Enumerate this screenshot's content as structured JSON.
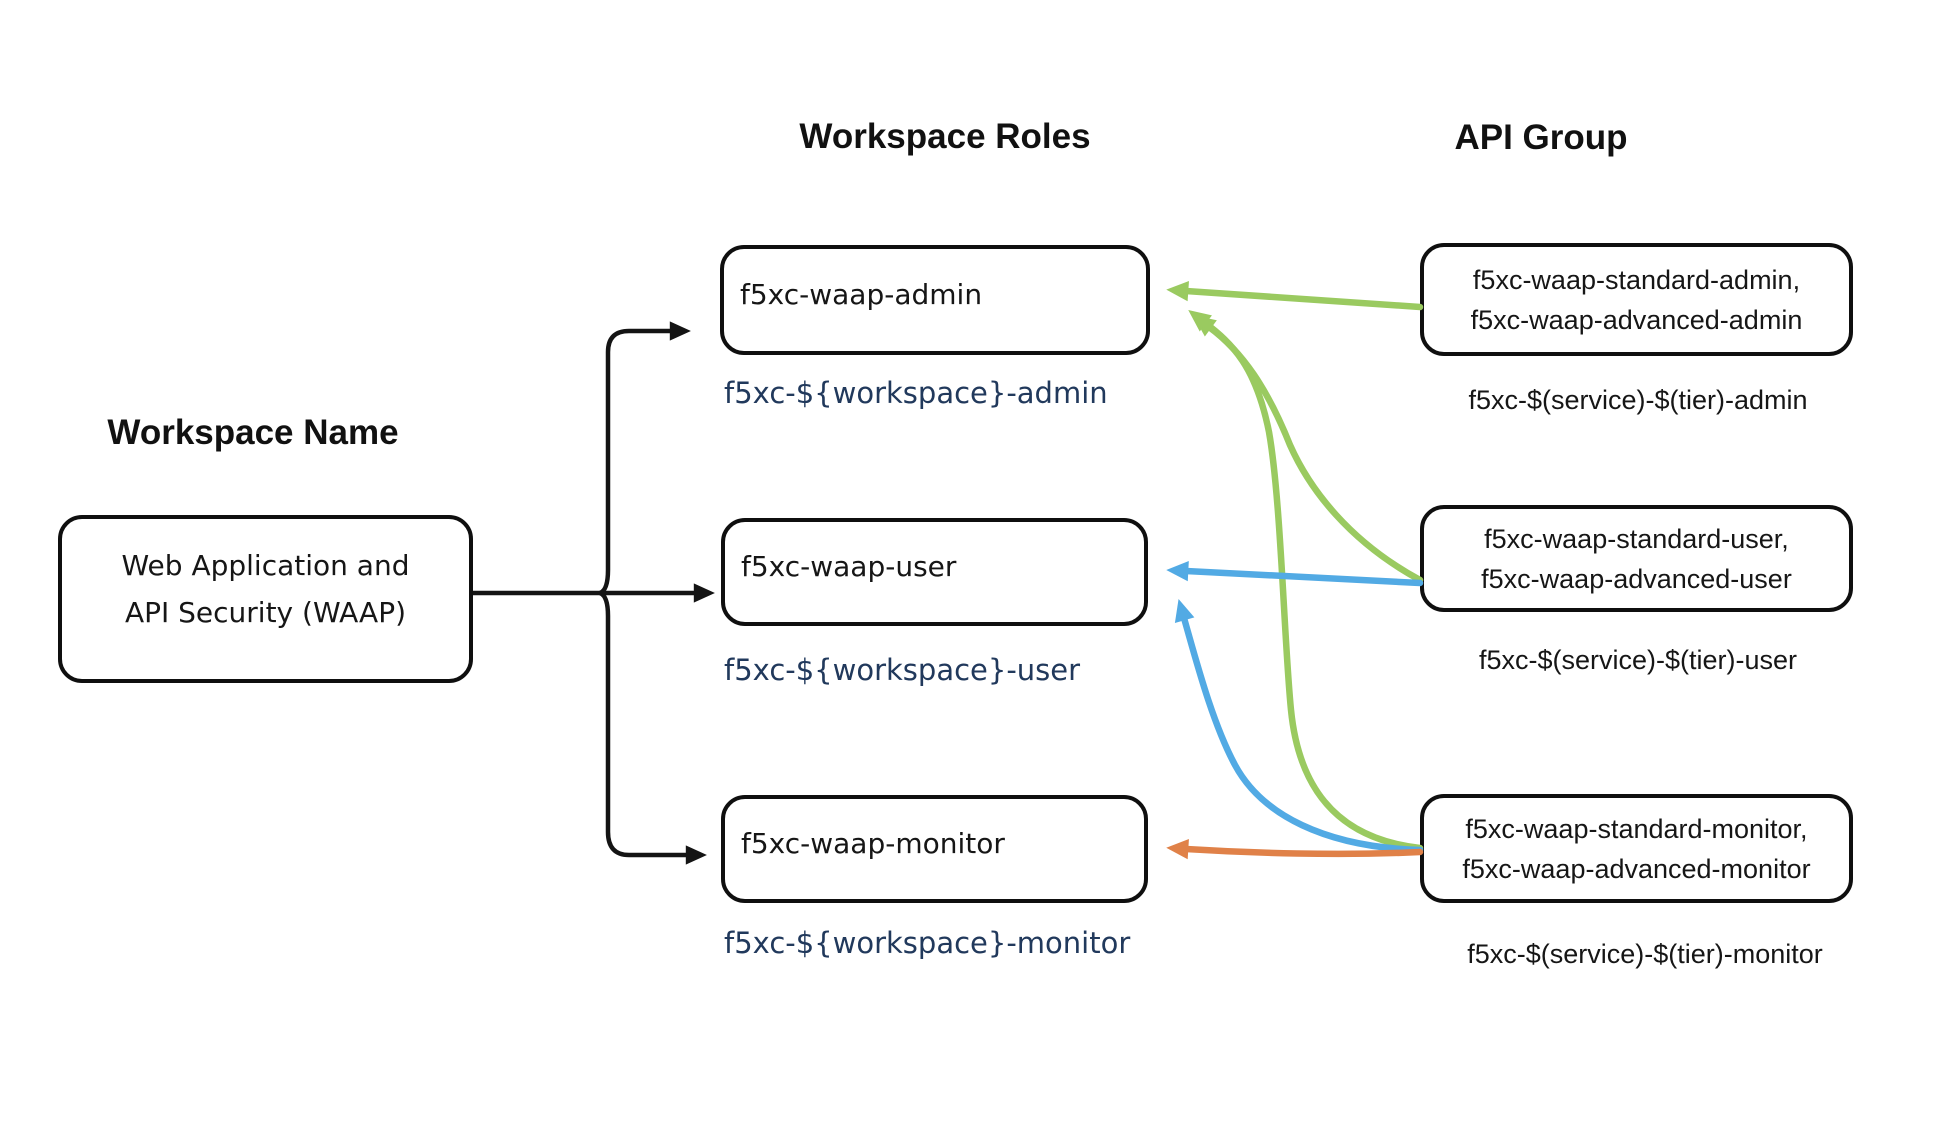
{
  "headers": {
    "workspace_name": "Workspace Name",
    "workspace_roles": "Workspace Roles",
    "api_group": "API Group"
  },
  "workspace": {
    "name": "Web Application and\nAPI Security (WAAP)"
  },
  "roles": [
    {
      "id": "admin",
      "box_text": "f5xc-waap-admin",
      "caption": "f5xc-${workspace}-admin"
    },
    {
      "id": "user",
      "box_text": "f5xc-waap-user",
      "caption": "f5xc-${workspace}-user"
    },
    {
      "id": "monitor",
      "box_text": "f5xc-waap-monitor",
      "caption": "f5xc-${workspace}-monitor"
    }
  ],
  "api_groups": [
    {
      "id": "admin",
      "box_text": "f5xc-waap-standard-admin,\nf5xc-waap-advanced-admin",
      "caption": "f5xc-$(service)-$(tier)-admin"
    },
    {
      "id": "user",
      "box_text": "f5xc-waap-standard-user,\nf5xc-waap-advanced-user",
      "caption": "f5xc-$(service)-$(tier)-user"
    },
    {
      "id": "monitor",
      "box_text": "f5xc-waap-standard-monitor,\nf5xc-waap-advanced-monitor",
      "caption": "f5xc-$(service)-$(tier)-monitor"
    }
  ],
  "connections": [
    {
      "from": "workspace",
      "to": "role-admin",
      "color_key": "arrow_black"
    },
    {
      "from": "workspace",
      "to": "role-user",
      "color_key": "arrow_black"
    },
    {
      "from": "workspace",
      "to": "role-monitor",
      "color_key": "arrow_black"
    },
    {
      "from": "api-admin",
      "to": "role-admin",
      "color_key": "arrow_admin"
    },
    {
      "from": "api-user",
      "to": "role-admin",
      "color_key": "arrow_admin"
    },
    {
      "from": "api-monitor",
      "to": "role-admin",
      "color_key": "arrow_admin"
    },
    {
      "from": "api-user",
      "to": "role-user",
      "color_key": "arrow_user"
    },
    {
      "from": "api-monitor",
      "to": "role-user",
      "color_key": "arrow_user"
    },
    {
      "from": "api-monitor",
      "to": "role-monitor",
      "color_key": "arrow_monitor"
    }
  ],
  "colors": {
    "arrow_black": "#141414",
    "arrow_admin": "#9aca60",
    "arrow_user": "#52aae4",
    "arrow_monitor": "#e08148",
    "role_caption": "#21395c",
    "text": "#161616",
    "background": "#ffffff"
  }
}
